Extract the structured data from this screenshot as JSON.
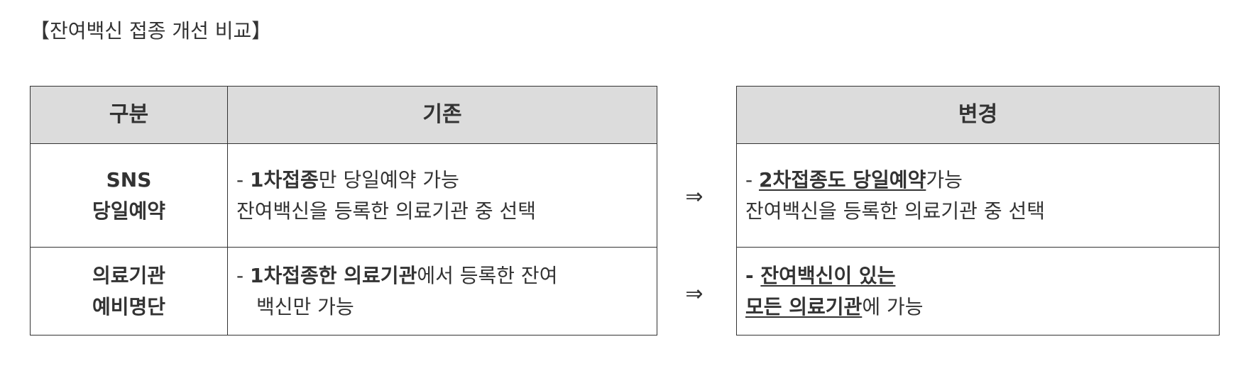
{
  "title": "【잔여백신 접종 개선 비교】",
  "headers": {
    "category": "구분",
    "before": "기존",
    "after": "변경"
  },
  "arrow": "⇒",
  "rows": [
    {
      "category": [
        "SNS",
        "당일예약"
      ],
      "before": {
        "line1": {
          "dash": "- ",
          "bold": "1차접종",
          "rest": "만 당일예약 가능"
        },
        "line2": "잔여백신을 등록한 의료기관 중 선택"
      },
      "after": {
        "line1": {
          "dash": "- ",
          "underlined": "2차접종도 당일예약",
          "rest": "가능"
        },
        "line2": "잔여백신을 등록한 의료기관 중 선택"
      }
    },
    {
      "category": [
        "의료기관",
        "예비명단"
      ],
      "before": {
        "line1": {
          "dash": "- ",
          "bold1": "1차접종한 의료기관",
          "rest": "에서 등록한 잔여"
        },
        "line2": "백신만 가능"
      },
      "after": {
        "line1": {
          "dash": "- ",
          "underlined": "잔여백신이 있는"
        },
        "line2": {
          "underlined": "모든 의료기관",
          "rest": "에 가능"
        }
      }
    }
  ]
}
